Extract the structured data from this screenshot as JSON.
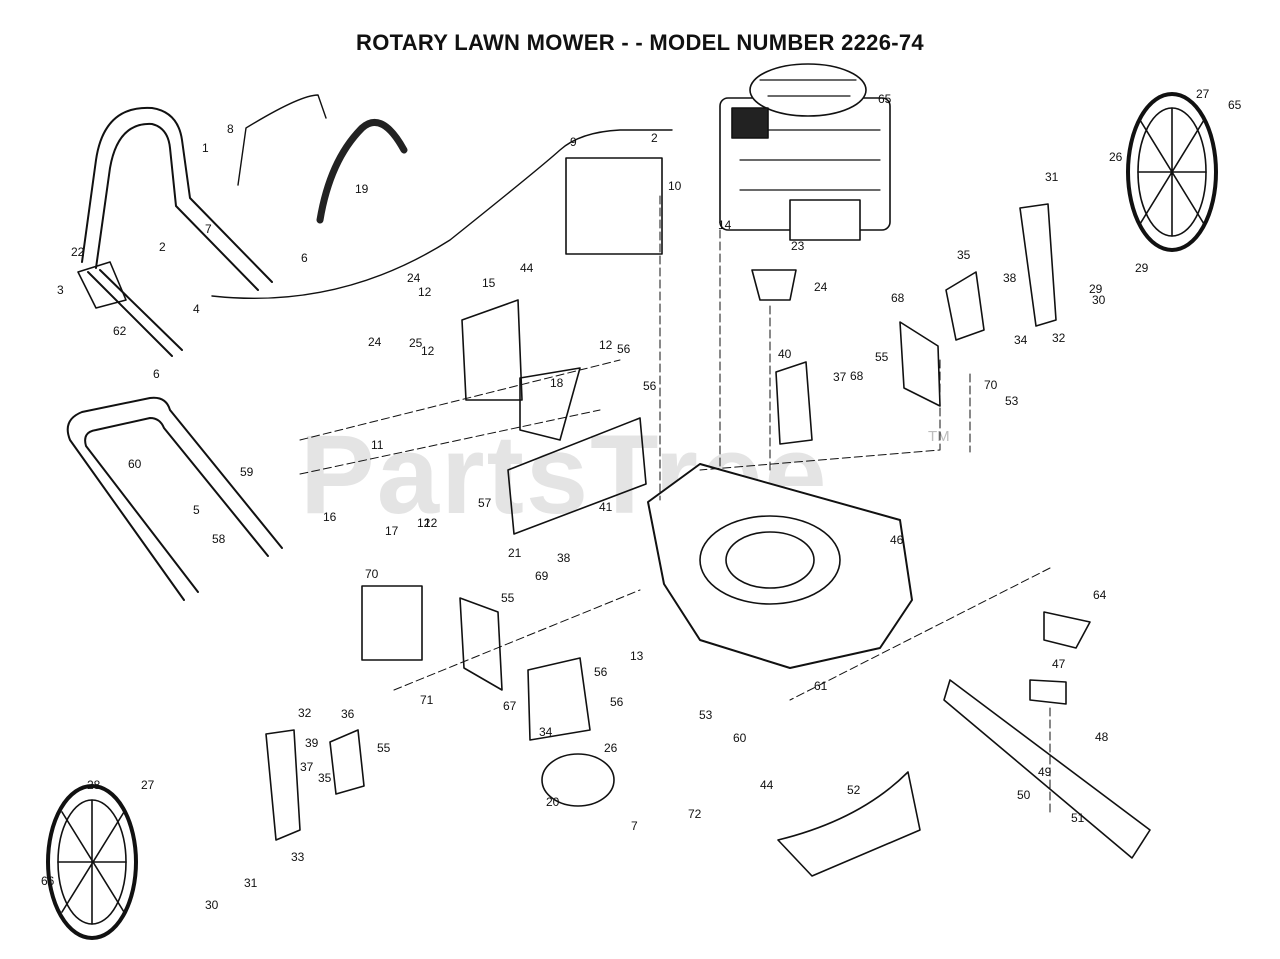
{
  "title": "ROTARY LAWN MOWER - -  MODEL NUMBER 2226-74",
  "watermark": "PartsTree",
  "trademark": "TM",
  "callouts": [
    "1",
    "2",
    "2",
    "3",
    "4",
    "5",
    "6",
    "6",
    "7",
    "7",
    "8",
    "9",
    "10",
    "11",
    "12",
    "12",
    "12",
    "12",
    "12",
    "13",
    "14",
    "15",
    "16",
    "17",
    "18",
    "19",
    "20",
    "21",
    "22",
    "23",
    "24",
    "24",
    "24",
    "25",
    "26",
    "26",
    "27",
    "27",
    "28",
    "29",
    "29",
    "30",
    "30",
    "31",
    "31",
    "32",
    "32",
    "33",
    "34",
    "34",
    "35",
    "35",
    "36",
    "37",
    "37",
    "38",
    "38",
    "39",
    "40",
    "41",
    "44",
    "44",
    "46",
    "47",
    "48",
    "49",
    "50",
    "51",
    "52",
    "53",
    "53",
    "55",
    "55",
    "55",
    "56",
    "56",
    "56",
    "56",
    "57",
    "58",
    "59",
    "60",
    "60",
    "61",
    "62",
    "64",
    "65",
    "65",
    "66",
    "67",
    "68",
    "68",
    "69",
    "70",
    "70",
    "71",
    "72"
  ]
}
